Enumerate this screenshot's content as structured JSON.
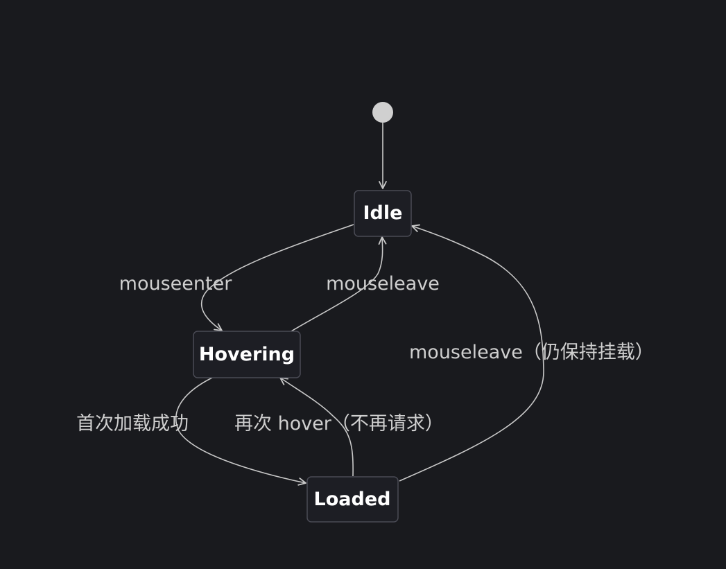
{
  "diagram": {
    "states": {
      "idle": "Idle",
      "hovering": "Hovering",
      "loaded": "Loaded"
    },
    "transitions": {
      "idle_to_hovering": "mouseenter",
      "hovering_to_idle": "mouseleave",
      "loaded_to_idle": "mouseleave（仍保持挂载）",
      "hovering_to_loaded": "首次加载成功",
      "loaded_to_hovering": "再次 hover（不再请求）"
    }
  },
  "colors": {
    "background": "#191a1e",
    "state_fill": "#1d1e24",
    "state_border": "#4a4b55",
    "edge": "#c9c9c9",
    "text": "#ffffff",
    "edge_text": "#cfcfcf"
  }
}
